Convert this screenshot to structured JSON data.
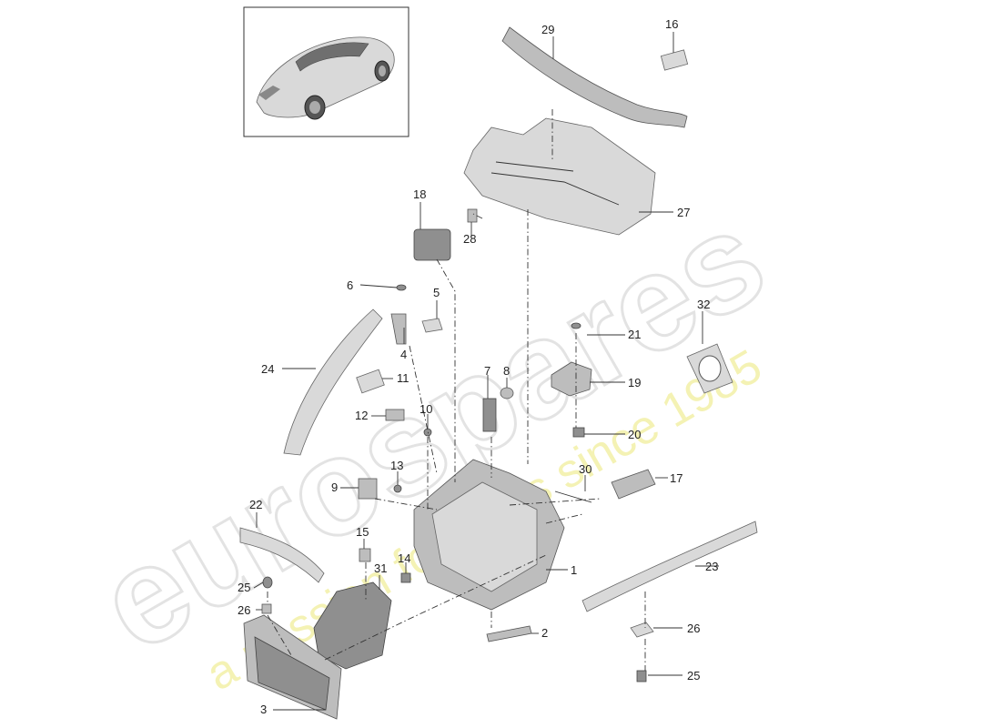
{
  "watermark": {
    "brand": "eurospares",
    "tagline": "a passion for parts since 1985"
  },
  "callouts": [
    {
      "id": "c1",
      "label": "1"
    },
    {
      "id": "c2",
      "label": "2"
    },
    {
      "id": "c3",
      "label": "3"
    },
    {
      "id": "c4",
      "label": "4"
    },
    {
      "id": "c5",
      "label": "5"
    },
    {
      "id": "c6",
      "label": "6"
    },
    {
      "id": "c7",
      "label": "7"
    },
    {
      "id": "c8",
      "label": "8"
    },
    {
      "id": "c9",
      "label": "9"
    },
    {
      "id": "c10",
      "label": "10"
    },
    {
      "id": "c11",
      "label": "11"
    },
    {
      "id": "c12",
      "label": "12"
    },
    {
      "id": "c13",
      "label": "13"
    },
    {
      "id": "c14",
      "label": "14"
    },
    {
      "id": "c15",
      "label": "15"
    },
    {
      "id": "c16",
      "label": "16"
    },
    {
      "id": "c17",
      "label": "17"
    },
    {
      "id": "c18",
      "label": "18"
    },
    {
      "id": "c19",
      "label": "19"
    },
    {
      "id": "c20",
      "label": "20"
    },
    {
      "id": "c21",
      "label": "21"
    },
    {
      "id": "c22",
      "label": "22"
    },
    {
      "id": "c23",
      "label": "23"
    },
    {
      "id": "c24",
      "label": "24"
    },
    {
      "id": "c25a",
      "label": "25"
    },
    {
      "id": "c25b",
      "label": "25"
    },
    {
      "id": "c26a",
      "label": "26"
    },
    {
      "id": "c26b",
      "label": "26"
    },
    {
      "id": "c27",
      "label": "27"
    },
    {
      "id": "c28",
      "label": "28"
    },
    {
      "id": "c29",
      "label": "29"
    },
    {
      "id": "c30",
      "label": "30"
    },
    {
      "id": "c31",
      "label": "31"
    },
    {
      "id": "c32",
      "label": "32"
    }
  ]
}
